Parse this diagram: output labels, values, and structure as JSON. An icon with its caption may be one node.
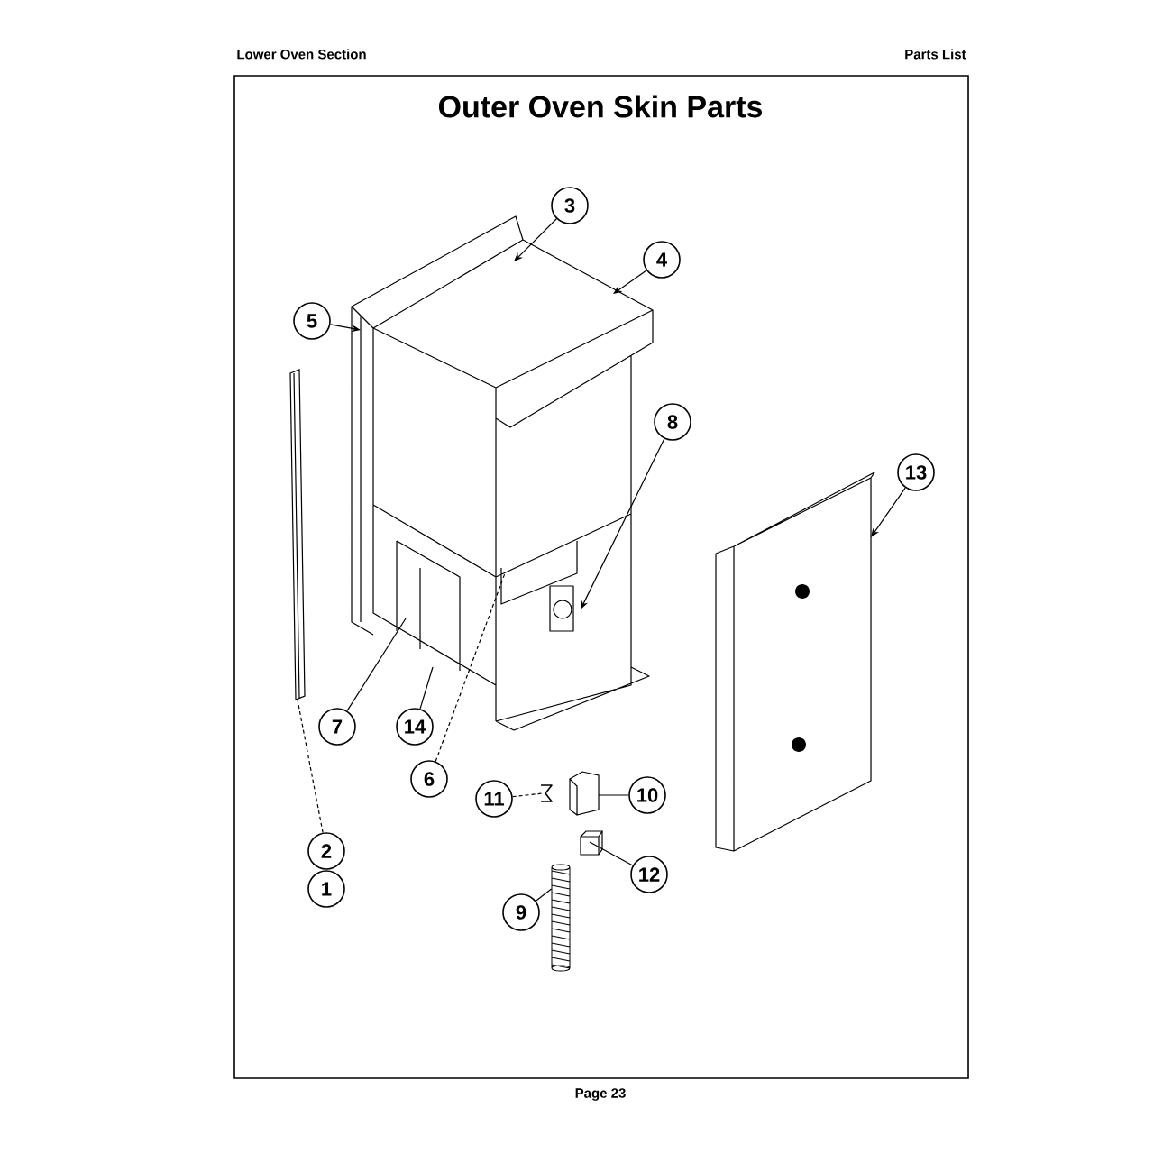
{
  "diagram": {
    "title": "Outer Oven Skin Parts",
    "nodes": [
      {
        "text": [
          "3"
        ]
      },
      {
        "text": [
          "4"
        ]
      },
      {
        "text": [
          "5"
        ]
      },
      {
        "text": [
          "8"
        ]
      },
      {
        "text": [
          "13"
        ]
      },
      {
        "text": [
          "7"
        ]
      },
      {
        "text": [
          "14"
        ]
      },
      {
        "text": [
          "6"
        ]
      },
      {
        "text": [
          "11"
        ]
      },
      {
        "text": [
          "10"
        ]
      },
      {
        "text": [
          "2"
        ]
      },
      {
        "text": [
          "1"
        ]
      },
      {
        "text": [
          "12"
        ]
      },
      {
        "text": [
          "9"
        ]
      },
      {
        "text": [],
        "shape": "picture"
      },
      {
        "text": [],
        "shape": "picture"
      },
      {
        "text": [],
        "shape": "picture"
      },
      {
        "text": [],
        "shape": "picture"
      },
      {
        "text": [],
        "shape": "picture"
      },
      {
        "text": [],
        "shape": "picture"
      },
      {
        "text": [],
        "shape": "picture"
      }
    ],
    "edges": [
      {
        "from": 0,
        "to": 14,
        "arrow": "to"
      },
      {
        "from": 1,
        "to": 14,
        "arrow": "to"
      },
      {
        "from": 2,
        "to": 14,
        "arrow": "to"
      },
      {
        "from": 3,
        "to": 14,
        "arrow": "to"
      },
      {
        "from": 4,
        "to": 16,
        "arrow": "to"
      },
      {
        "from": 5,
        "to": 14,
        "arrow": "none"
      },
      {
        "from": 6,
        "to": 14,
        "arrow": "none"
      },
      {
        "from": 7,
        "to": 14,
        "arrow": "none",
        "style": "dashed"
      },
      {
        "from": 8,
        "to": 17,
        "arrow": "none",
        "style": "dashed"
      },
      {
        "from": 9,
        "to": 18,
        "arrow": "none"
      },
      {
        "from": 10,
        "to": 15,
        "arrow": "none",
        "style": "dashed"
      },
      {
        "from": 12,
        "to": 19,
        "arrow": "none"
      },
      {
        "from": 13,
        "to": 20,
        "arrow": "none"
      }
    ],
    "labels": [
      "Lower Oven Section",
      "Parts List",
      "Page 23"
    ]
  }
}
